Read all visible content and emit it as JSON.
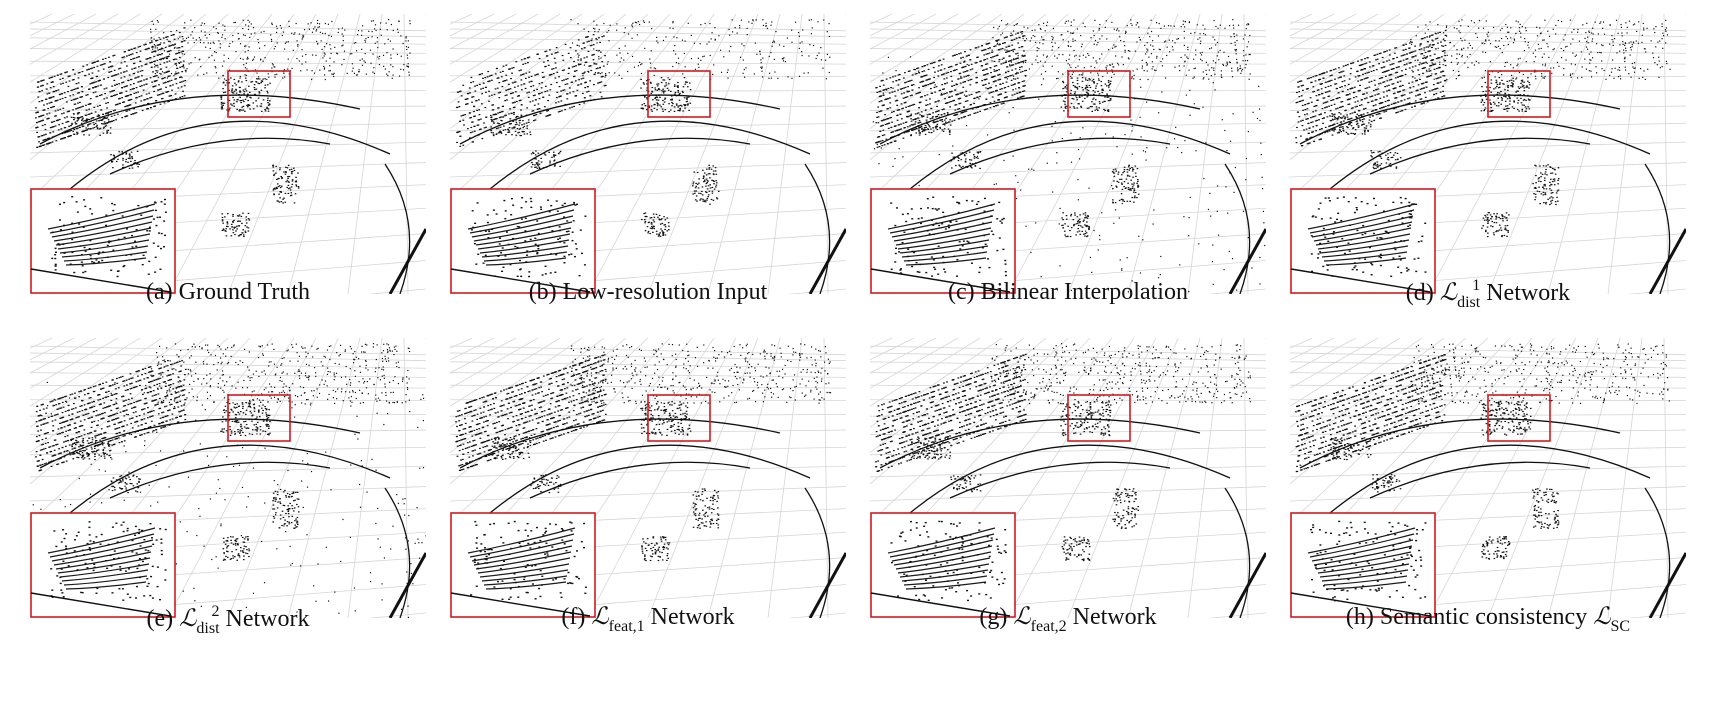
{
  "figure": {
    "panels": [
      {
        "label": "(a)",
        "text": "Ground Truth"
      },
      {
        "label": "(b)",
        "text": "Low-resolution Input"
      },
      {
        "label": "(c)",
        "text": "Bilinear Interpolation"
      },
      {
        "label": "(d)",
        "symbol": "ℒ",
        "sub": "dist",
        "sup": "1",
        "text": "Network"
      },
      {
        "label": "(e)",
        "symbol": "ℒ",
        "sub": "dist",
        "sup": "2",
        "text": "Network"
      },
      {
        "label": "(f)",
        "symbol": "ℒ",
        "sub": "feat,1",
        "text": "Network"
      },
      {
        "label": "(g)",
        "symbol": "ℒ",
        "sub": "feat,2",
        "text": "Network"
      },
      {
        "label": "(h)",
        "text": "Semantic consistency",
        "symbol": "ℒ",
        "sub": "SC"
      }
    ],
    "zoom_box_color": "#d0191f"
  }
}
